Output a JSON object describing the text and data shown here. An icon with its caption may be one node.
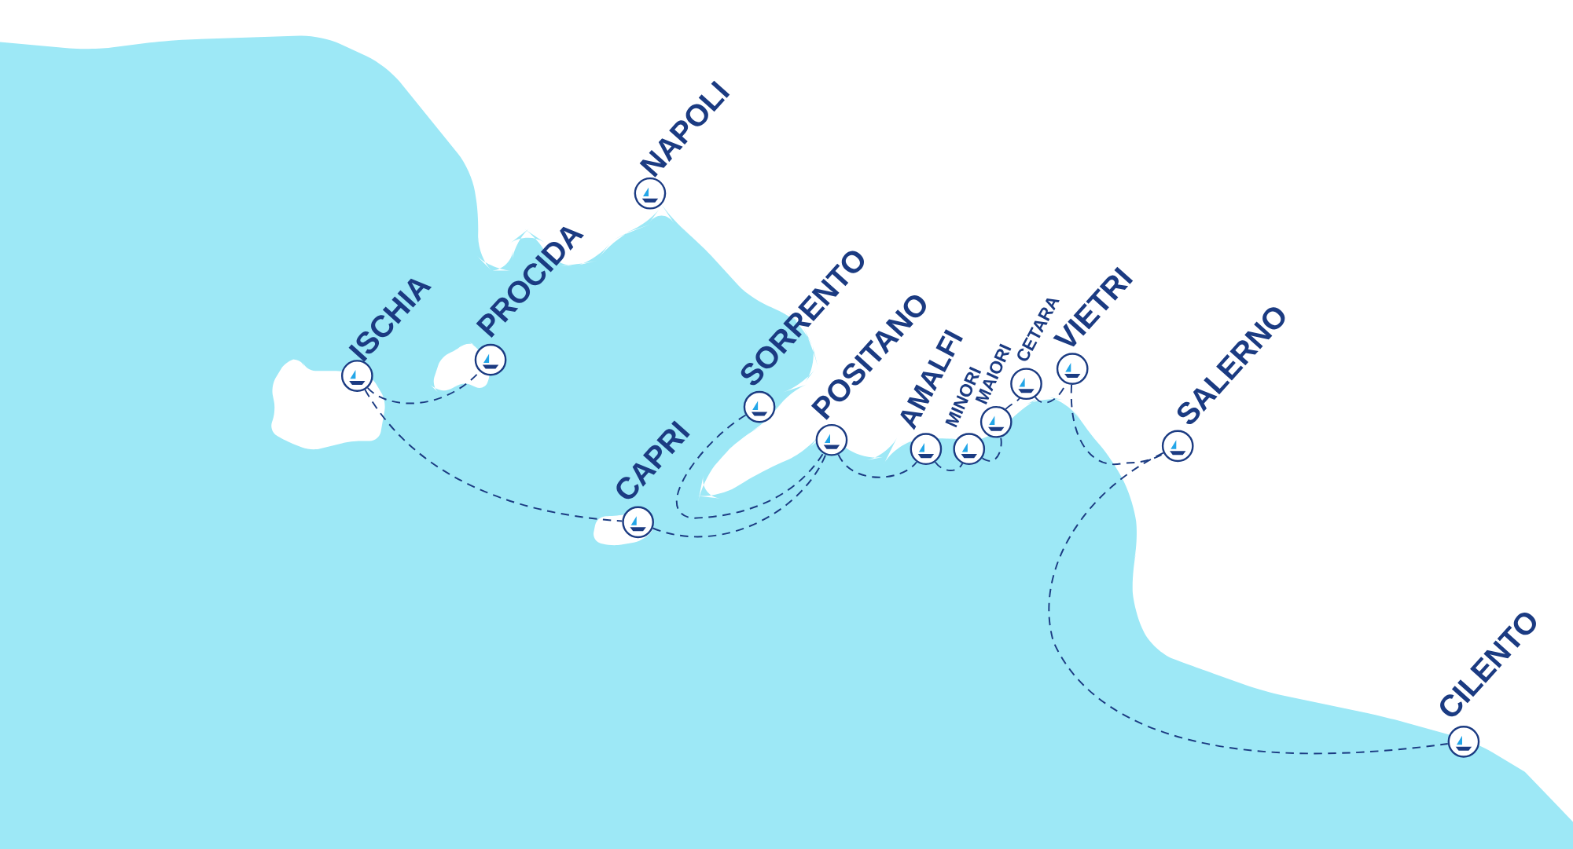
{
  "diagram": {
    "nodes": [
      {
        "text": [
          "NAPOLI"
        ]
      },
      {
        "text": [
          "PROCIDA"
        ]
      },
      {
        "text": [
          "ISCHIA"
        ]
      },
      {
        "text": [
          "SORRENTO"
        ]
      },
      {
        "text": [
          "POSITANO"
        ]
      },
      {
        "text": [
          "CAPRI"
        ]
      },
      {
        "text": [
          "AMALFI"
        ]
      },
      {
        "text": [
          "MINORI"
        ]
      },
      {
        "text": [
          "MAIORI"
        ]
      },
      {
        "text": [
          "CETARA"
        ]
      },
      {
        "text": [
          "VIETRI"
        ]
      },
      {
        "text": [
          "SALERNO"
        ]
      },
      {
        "text": [
          "CILENTO"
        ]
      }
    ],
    "edges": [
      {
        "from": 2,
        "to": 1,
        "arrow": "none",
        "style": "dashed"
      },
      {
        "from": 2,
        "to": 5,
        "arrow": "none",
        "style": "dashed"
      },
      {
        "from": 3,
        "to": 4,
        "arrow": "none",
        "style": "dashed"
      },
      {
        "from": 5,
        "to": 4,
        "arrow": "none",
        "style": "dashed"
      },
      {
        "from": 4,
        "to": 6,
        "arrow": "none",
        "style": "dashed"
      },
      {
        "from": 6,
        "to": 7,
        "arrow": "none",
        "style": "dashed"
      },
      {
        "from": 7,
        "to": 8,
        "arrow": "none",
        "style": "dashed"
      },
      {
        "from": 8,
        "to": 9,
        "arrow": "none",
        "style": "dashed"
      },
      {
        "from": 9,
        "to": 10,
        "arrow": "none",
        "style": "dashed"
      },
      {
        "from": 10,
        "to": 11,
        "arrow": "none",
        "style": "dashed"
      },
      {
        "from": 11,
        "to": 12,
        "arrow": "none",
        "style": "dashed"
      }
    ]
  }
}
